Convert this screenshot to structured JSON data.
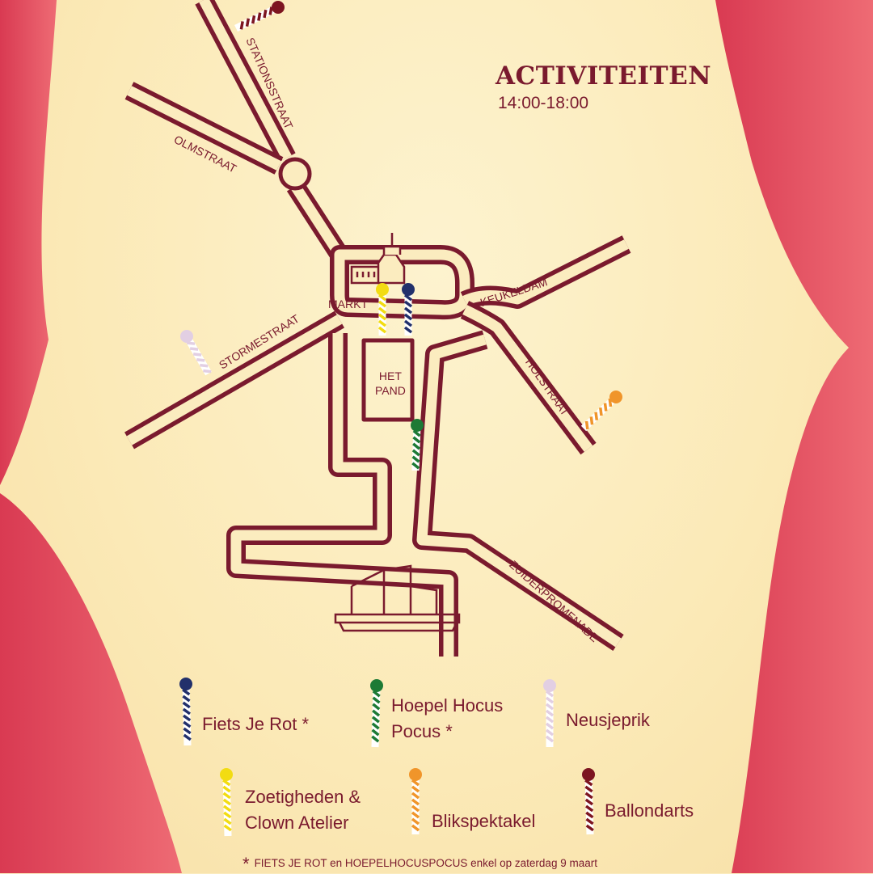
{
  "header": {
    "title": "ACTIVITEITEN",
    "time": "14:00-18:00"
  },
  "streets": {
    "stationsstraat": "STATIONSSTRAAT",
    "olmstraat": "OLMSTRAAT",
    "markt": "MARKT",
    "keukeldam": "KEUKELDAM",
    "stormestraat": "STORMESTRAAT",
    "holstraat": "HOLSTRAAT",
    "zuiderpromenade": "ZUIDERPROMENADE",
    "het_pand_1": "HET",
    "het_pand_2": "PAND"
  },
  "legend": [
    {
      "label_1": "Fiets Je Rot *",
      "label_2": "",
      "color": "#22306b"
    },
    {
      "label_1": "Hoepel Hocus",
      "label_2": "Pocus *",
      "color": "#1d7a35"
    },
    {
      "label_1": "Neusjeprik",
      "label_2": "",
      "color": "#e2cfe3"
    },
    {
      "label_1": "Zoetigheden &",
      "label_2": "Clown Atelier",
      "color": "#f2dc12"
    },
    {
      "label_1": "Blikspektakel",
      "label_2": "",
      "color": "#f0952a"
    },
    {
      "label_1": "Ballondarts",
      "label_2": "",
      "color": "#7d1520"
    }
  ],
  "footnote": {
    "star": "*",
    "text": "FIETS JE ROT en HOEPELHOCUSPOCUS enkel op zaterdag 9 maart"
  },
  "colors": {
    "road": "#7a1a2e",
    "curtain": "#e2485c",
    "background": "#fbecbf"
  }
}
